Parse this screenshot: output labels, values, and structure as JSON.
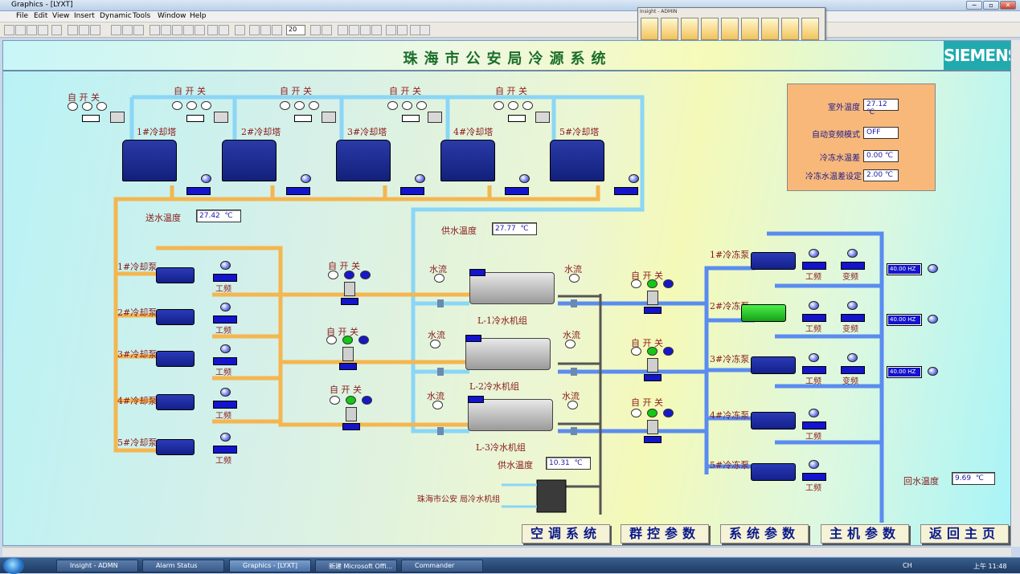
{
  "window": {
    "title": "Graphics - [LYXT]",
    "controls": [
      "─",
      "▫",
      "✕"
    ]
  },
  "menu": [
    "File",
    "Edit",
    "View",
    "Insert",
    "Dynamic",
    "Tools",
    "Window",
    "Help"
  ],
  "toolbar": {
    "zoom": "20"
  },
  "insight": {
    "caption": "Insight - ADMIN"
  },
  "page": {
    "title": "珠海市公安局冷源系统",
    "brand": "SIEMENS"
  },
  "labels": {
    "auto": "自 开 关",
    "water_flow": "水流",
    "power_freq": "工频",
    "var_freq": "变频"
  },
  "towers": [
    "1#冷却塔",
    "2#冷却塔",
    "3#冷却塔",
    "4#冷却塔",
    "5#冷却塔"
  ],
  "cooling_pumps": [
    "1#冷却泵",
    "2#冷却泵",
    "3#冷却泵",
    "4#冷却泵",
    "5#冷却泵"
  ],
  "chilled_pumps": [
    "1#冷冻泵",
    "2#冷冻泵",
    "3#冷冻泵",
    "4#冷冻泵",
    "5#冷冻泵"
  ],
  "chillers": [
    "L-1冷水机组",
    "L-2冷水机组",
    "L-3冷水机组"
  ],
  "temps": {
    "send_label": "送水温度",
    "send_value": "27.42",
    "unit": "℃",
    "supply_label": "供水温度",
    "supply_value": "27.77",
    "supply2_label": "供水温度",
    "supply2_value": "10.31",
    "return_label": "回水温度",
    "return_value": "9.69"
  },
  "hz": [
    "40.00 HZ",
    "40.00 HZ",
    "40.00 HZ"
  ],
  "panel": {
    "outdoor_label": "室外温度",
    "outdoor_value": "27.12",
    "outdoor_unit": "℃",
    "mode_label": "自动变频模式",
    "mode_value": "OFF",
    "diff_label": "冷冻水温差",
    "diff_value": "0.00",
    "diff_unit": "℃",
    "set_label": "冷冻水温差设定",
    "set_value": "2.00",
    "set_unit": "℃"
  },
  "plc_label": "珠海市公安 局冷水机组",
  "nav": [
    "空调系统",
    "群控参数",
    "系统参数",
    "主机参数",
    "返回主页"
  ],
  "taskbar": {
    "tasks": [
      "Insight - ADMN",
      "Alarm Status",
      "Graphics - [LYXT]",
      "新建 Microsoft Offi...",
      "Commander"
    ],
    "time": "上午 11:48",
    "ime": "CH"
  }
}
